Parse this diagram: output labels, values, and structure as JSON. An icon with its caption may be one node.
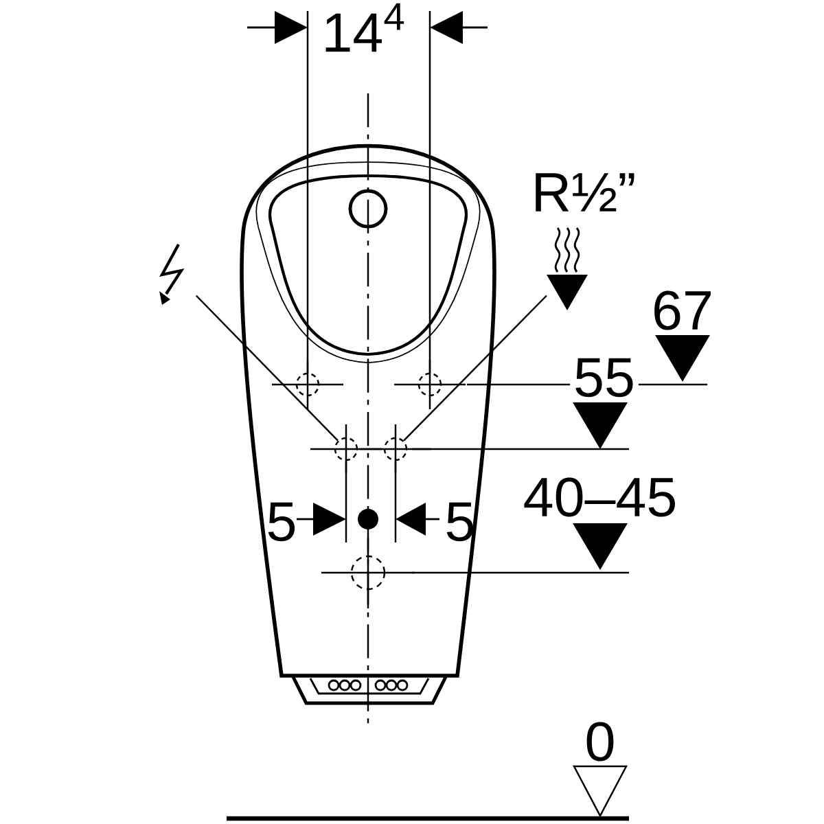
{
  "diagram": {
    "nodes": [
      {
        "text": [],
        "shape": "picture"
      },
      {
        "text": [],
        "shape": "picture",
        "beside": [
          "R½”"
        ]
      },
      {
        "text": [],
        "shape": "circle"
      },
      {
        "text": [],
        "shape": "circle"
      },
      {
        "text": [],
        "shape": "circle"
      },
      {
        "text": [],
        "shape": "circle"
      },
      {
        "text": [],
        "shape": "circle"
      }
    ],
    "edges": [
      {
        "from": 0,
        "to": 4,
        "arrow": "none"
      },
      {
        "from": 1,
        "to": 5,
        "arrow": "none"
      }
    ],
    "labels": [
      "14$^{4}$",
      "67",
      "55",
      "5",
      "5",
      "40–45",
      "0"
    ]
  }
}
